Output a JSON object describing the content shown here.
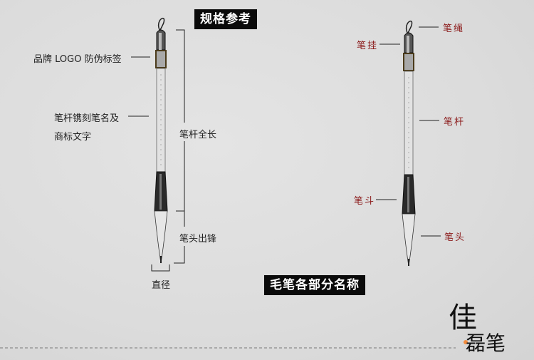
{
  "spec_section": {
    "title": "规格参考",
    "labels": {
      "logo_tag": "品牌 LOGO 防伪标签",
      "engraving_line1": "笔杆镌刻笔名及",
      "engraving_line2": "商标文字",
      "full_length": "笔杆全长",
      "tip_length": "笔头出锋",
      "diameter": "直径"
    }
  },
  "parts_section": {
    "title": "毛笔各部分名称",
    "parts": {
      "rope": "笔绳",
      "hanger": "笔挂",
      "shaft": "笔杆",
      "ferrule": "笔斗",
      "head": "笔头"
    }
  },
  "logo": {
    "line1": "佳",
    "line2": "磊笔"
  },
  "colors": {
    "accent_red": "#8b1a1a",
    "label_box": "#0a0a0a"
  }
}
